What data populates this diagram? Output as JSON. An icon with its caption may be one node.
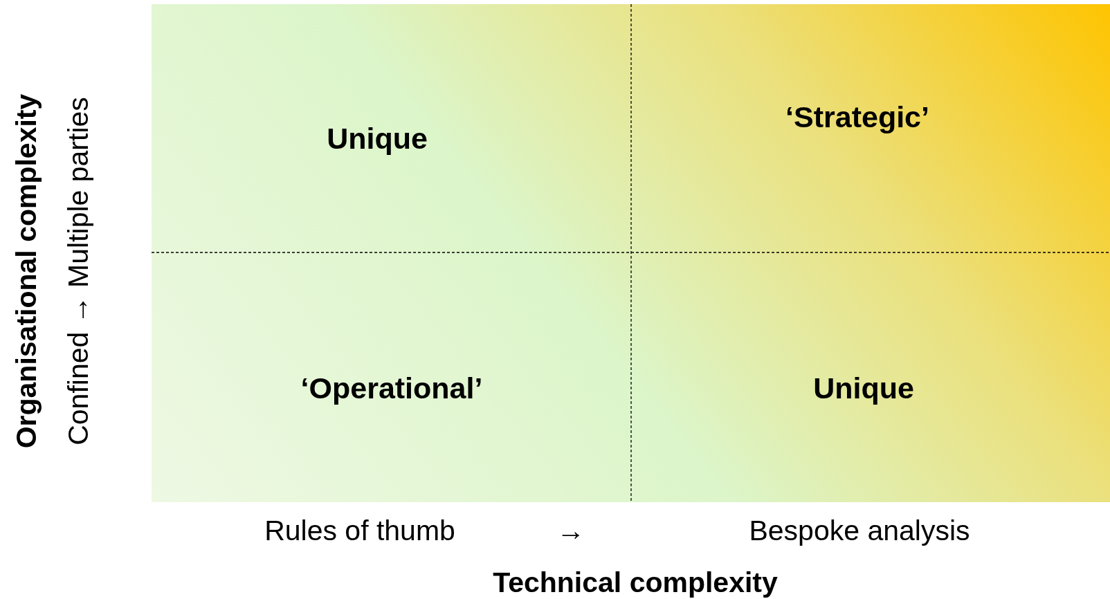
{
  "diagram": {
    "nodes": [
      {
        "text": [
          "Unique"
        ]
      },
      {
        "text": [
          "‘Strategic’"
        ]
      },
      {
        "text": [
          "‘Operational’"
        ]
      },
      {
        "text": [
          "Unique"
        ]
      }
    ],
    "labels": [
      "Organisational complexity",
      "Confined → Multiple parties",
      "Rules of thumb",
      "→",
      "Bespoke analysis",
      "Technical complexity"
    ]
  }
}
